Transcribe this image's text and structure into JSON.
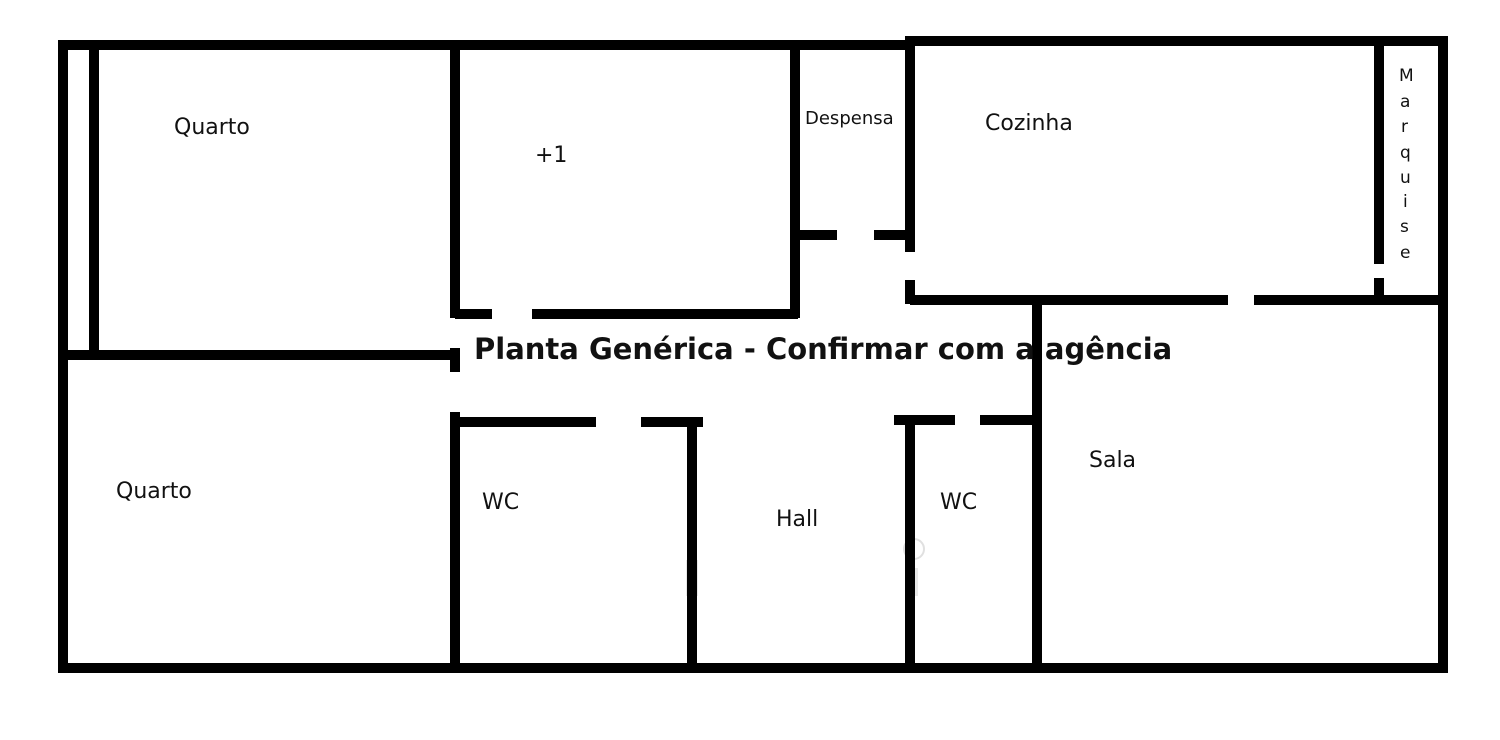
{
  "title": "Planta Genérica - Confirmar com a agência",
  "rooms": {
    "quarto_1": "Quarto",
    "extra_room": "+1",
    "despensa": "Despensa",
    "cozinha": "Cozinha",
    "marquise": [
      "M",
      "a",
      "r",
      "q",
      "u",
      "i",
      "s",
      "e"
    ],
    "quarto_2": "Quarto",
    "wc_1": "WC",
    "hall": "Hall",
    "wc_2": "WC",
    "sala": "Sala"
  },
  "colors": {
    "wall": "#000000",
    "text": "#111111",
    "background": "#ffffff"
  }
}
